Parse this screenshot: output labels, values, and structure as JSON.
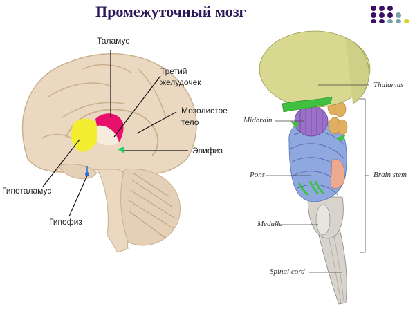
{
  "title": "Промежуточный мозг",
  "decor": {
    "dot_colors": {
      "purple": "#3a1064",
      "teal": "#7aa2a8",
      "yellow": "#d8d020"
    }
  },
  "left_diagram": {
    "labels": {
      "thalamus": "Таламус",
      "third_ventricle_line1": "Третий",
      "third_ventricle_line2": "желудочек",
      "corpus_callosum_line1": "Мозолистое",
      "corpus_callosum_line2": "тело",
      "epiphysis": "Эпифиз",
      "hypothalamus": "Гипоталамус",
      "hypophysis": "Гипофиз"
    },
    "colors": {
      "brain": "#ead8c0",
      "thalamus": "#e8106a",
      "hypothalamus": "#f4ee30",
      "epiphysis": "#20d060",
      "hypophysis": "#2870d8"
    }
  },
  "right_diagram": {
    "labels": {
      "thalamus": "Thalamus",
      "midbrain": "Midbrain",
      "pons": "Pons",
      "brain_stem": "Brain stem",
      "medulla": "Medulla",
      "spinal_cord": "Spinal cord"
    },
    "colors": {
      "thalamus": "#d8d890",
      "midbrain": "#9a70c8",
      "pons": "#90a8e0",
      "green": "#40c040",
      "stem": "#d8d4cc",
      "orange": "#e0a860"
    }
  }
}
